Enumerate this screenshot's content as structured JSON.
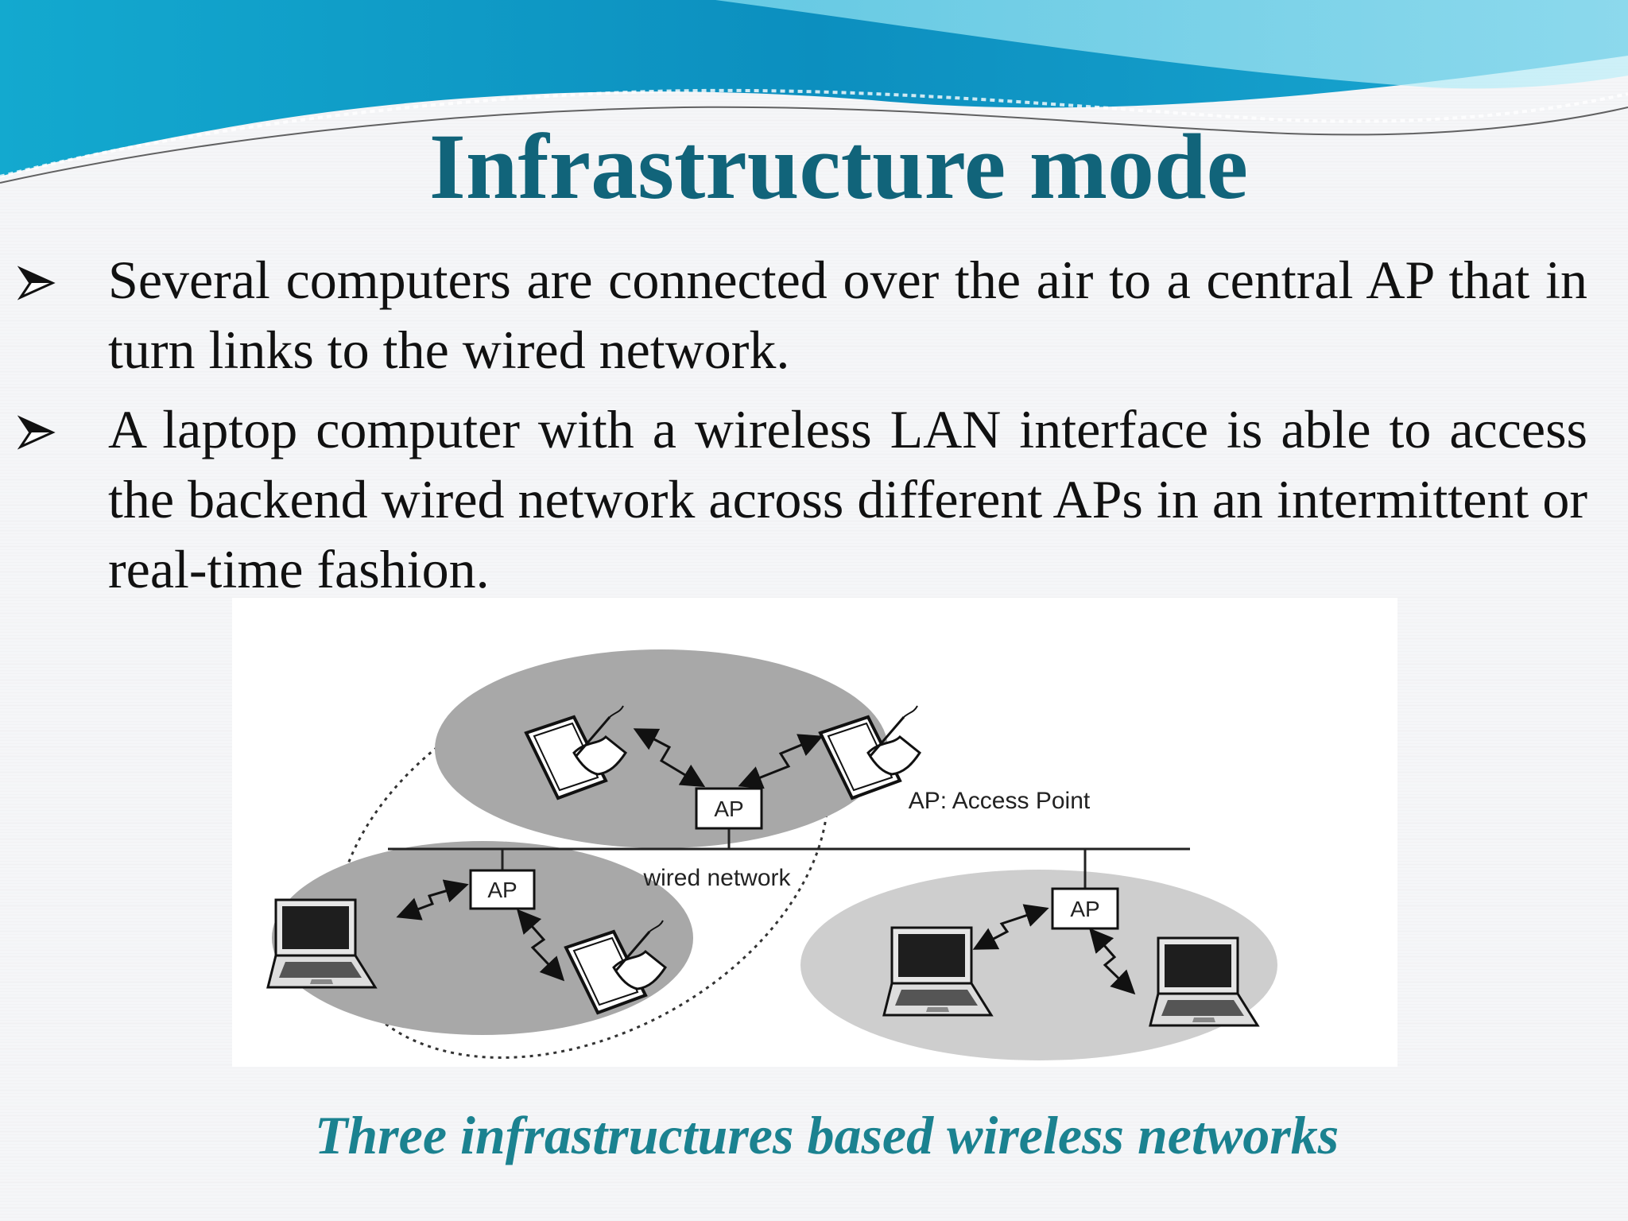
{
  "slide": {
    "title": "Infrastructure mode",
    "bullets": [
      "Several computers are connected over the air to a central AP that in turn links to the wired network.",
      "A laptop computer with a wireless LAN interface is able to access the backend wired network across different APs in an intermittent or real-time fashion."
    ],
    "caption": "Three infrastructures based wireless networks"
  },
  "diagram": {
    "ap_labels": [
      "AP",
      "AP",
      "AP"
    ],
    "legend": "AP: Access Point",
    "wired_label": "wired network",
    "icons": [
      "pen-tablet-icon",
      "laptop-icon",
      "arrow-double-icon",
      "wireless-zigzag-icon"
    ]
  },
  "colors": {
    "title": "#11647a",
    "caption": "#1b8290",
    "wave_dark": "#0f89b8",
    "wave_light": "#6fd6ee",
    "cell_dark": "#a8a8a8",
    "cell_light": "#cecece"
  }
}
